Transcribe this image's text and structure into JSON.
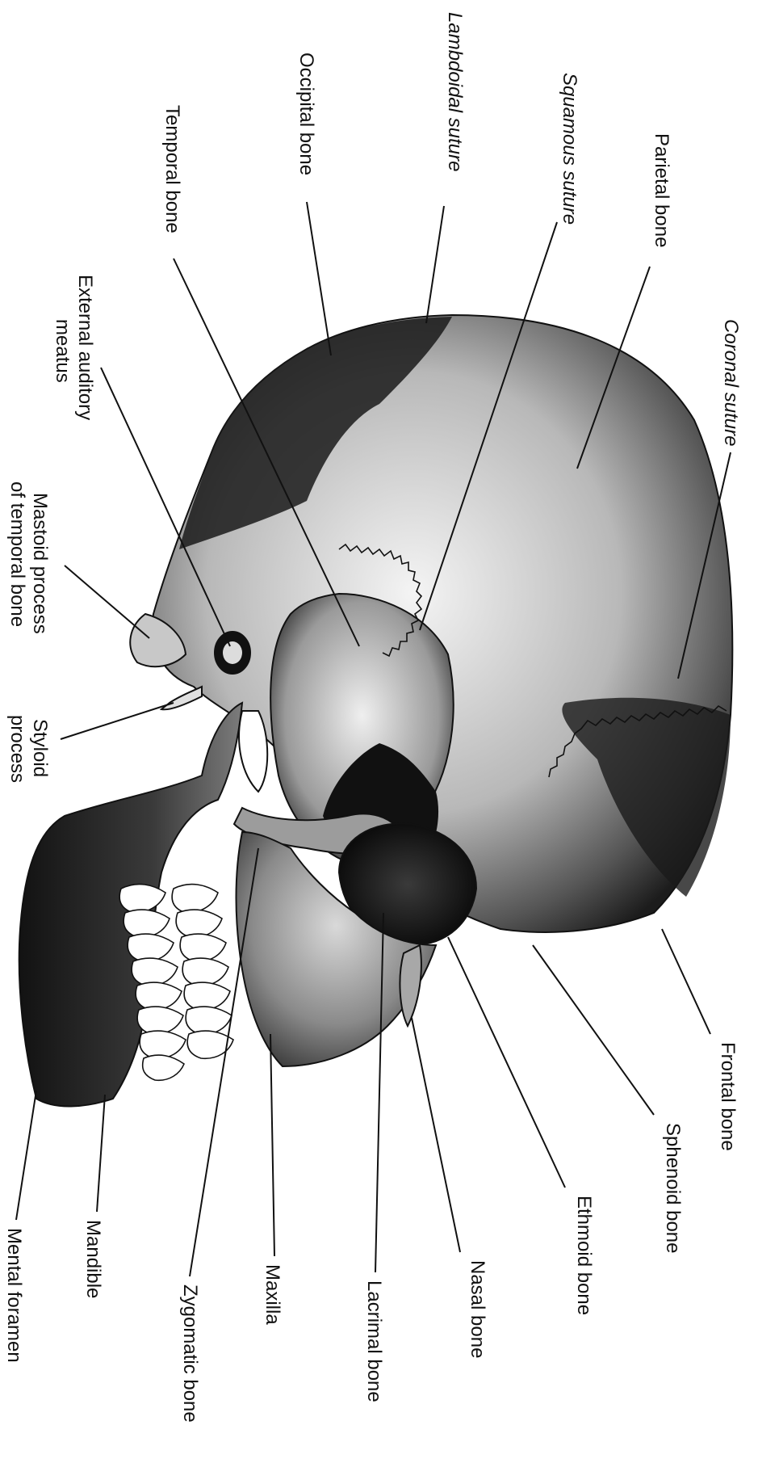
{
  "labels": {
    "frontal_bone": "Frontal bone",
    "sphenoid_bone": "Sphenoid bone",
    "ethmoid_bone": "Ethmoid bone",
    "nasal_bone": "Nasal bone",
    "lacrimal_bone": "Lacrimal bone",
    "maxilla": "Maxilla",
    "zygomatic_bone": "Zygomatic bone",
    "mandible": "Mandible",
    "mental_foramen": "Mental foramen",
    "coronal_suture": "Coronal suture",
    "parietal_bone": "Parietal bone",
    "squamous_suture": "Squamous suture",
    "lambdoidal_suture": "Lambdoidal suture",
    "occipital_bone": "Occipital bone",
    "temporal_bone": "Temporal bone",
    "external_auditory_meatus_line1": "External auditory",
    "external_auditory_meatus_line2": "meatus",
    "mastoid_process_line1": "Mastoid process",
    "mastoid_process_line2": "of temporal bone",
    "styloid_process_line1": "Styloid",
    "styloid_process_line2": "process"
  },
  "colors": {
    "bone_dark": "#151515",
    "bone_mid": "#7a7a7a",
    "bone_light": "#e8e8e8",
    "line": "#111111"
  }
}
